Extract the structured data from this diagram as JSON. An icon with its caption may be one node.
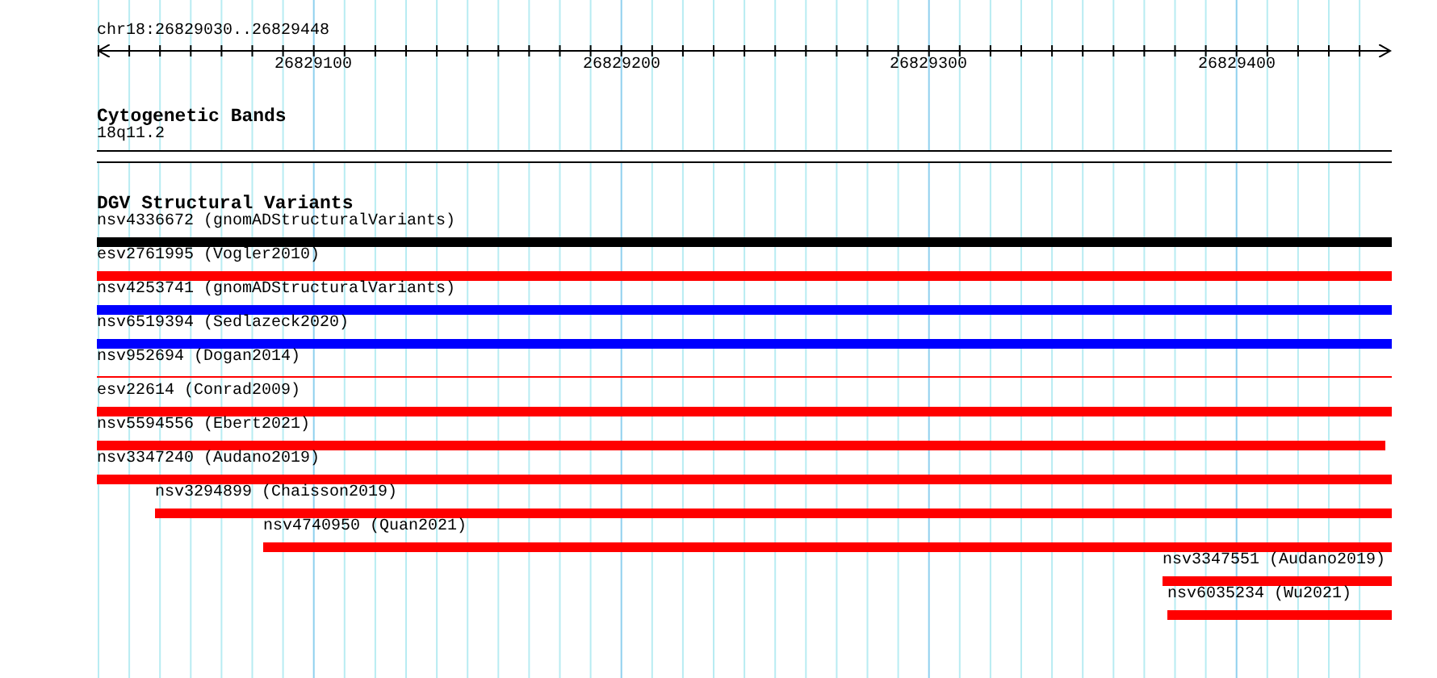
{
  "diagram": {
    "nodes": [
      {
        "text": [
          "18q11.2"
        ]
      },
      {
        "text": [
          "nsv4336672 (gnomADStructuralVariants)"
        ]
      },
      {
        "text": [
          "esv2761995 (Vogler2010)"
        ]
      },
      {
        "text": [
          "nsv4253741 (gnomADStructuralVariants)"
        ]
      },
      {
        "text": [
          "nsv6519394 (Sedlazeck2020)"
        ]
      },
      {
        "text": [
          "nsv952694 (Dogan2014)"
        ]
      },
      {
        "text": [
          "esv22614 (Conrad2009)"
        ]
      },
      {
        "text": [
          "nsv5594556 (Ebert2021)"
        ]
      },
      {
        "text": [
          "nsv3347240 (Audano2019)"
        ]
      },
      {
        "text": [
          "nsv3294899 (Chaisson2019)"
        ]
      },
      {
        "text": [
          "nsv4740950 (Quan2021)"
        ]
      },
      {
        "text": [
          "nsv3347551 (Audano2019)"
        ]
      },
      {
        "text": [
          "nsv6035234 (Wu2021)"
        ]
      }
    ],
    "labels": [
      "chr18:26829030..26829448",
      "26829100",
      "26829200",
      "26829300",
      "26829400",
      "Cytogenetic Bands",
      "DGV Structural Variants"
    ]
  }
}
